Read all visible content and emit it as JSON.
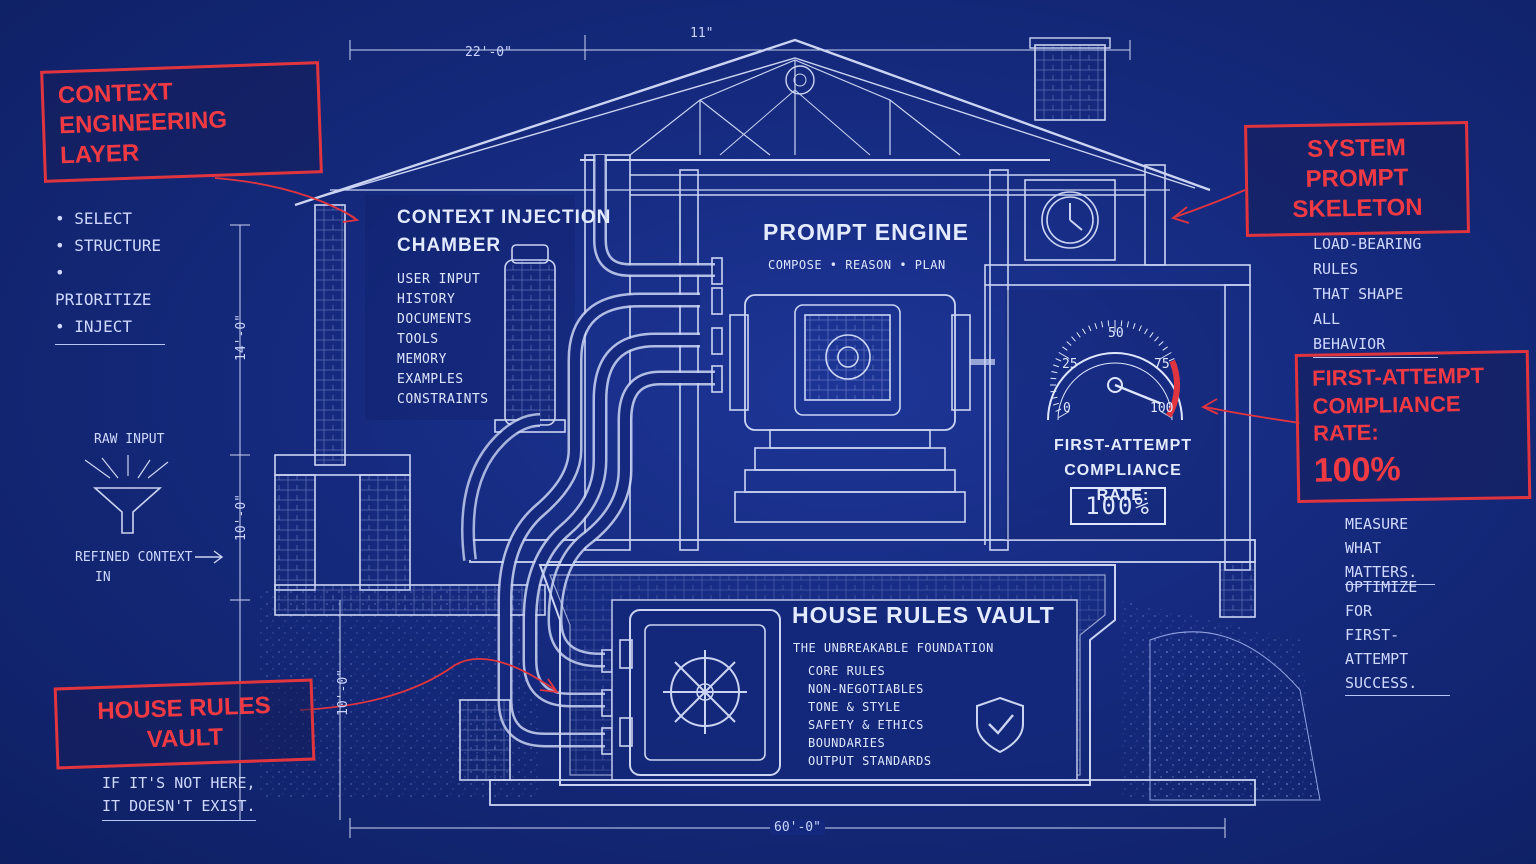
{
  "dimensions": {
    "top": "22'-0\"",
    "top_small": "11\"",
    "side_upper": "14'-0\"",
    "side_mid": "10'-0\"",
    "side_lower": "10'-0\"",
    "bottom": "60'-0\""
  },
  "callouts": {
    "context_layer": "CONTEXT ENGINEERING LAYER",
    "system_prompt": "SYSTEM PROMPT SKELETON",
    "compliance": "FIRST-ATTEMPT COMPLIANCE RATE:",
    "compliance_value": "100%",
    "house_rules": "HOUSE RULES VAULT"
  },
  "left_notes": {
    "steps": [
      "SELECT",
      "STRUCTURE",
      "PRIORITIZE",
      "INJECT"
    ],
    "raw_input": "RAW INPUT",
    "refined": "REFINED CONTEXT",
    "refined_in": "IN",
    "vault_note_1": "IF IT'S NOT HERE,",
    "vault_note_2": "IT DOESN'T EXIST."
  },
  "right_notes": {
    "skeleton_1": "LOAD-BEARING RULES",
    "skeleton_2": "THAT SHAPE ALL",
    "skeleton_3": "BEHAVIOR",
    "measure_1": "MEASURE WHAT",
    "measure_2": "MATTERS.",
    "optimize_1": "OPTIMIZE FOR",
    "optimize_2": "FIRST-ATTEMPT",
    "optimize_3": "SUCCESS."
  },
  "injection_chamber": {
    "title_1": "CONTEXT INJECTION",
    "title_2": "CHAMBER",
    "items": [
      "USER INPUT",
      "HISTORY",
      "DOCUMENTS",
      "TOOLS",
      "MEMORY",
      "EXAMPLES",
      "CONSTRAINTS"
    ]
  },
  "prompt_engine": {
    "title": "PROMPT ENGINE",
    "subtitle": "COMPOSE • REASON • PLAN"
  },
  "gauge": {
    "ticks": [
      "0",
      "25",
      "50",
      "75",
      "100"
    ],
    "value": 100,
    "label_1": "FIRST-ATTEMPT",
    "label_2": "COMPLIANCE RATE:",
    "display": "100%"
  },
  "vault": {
    "title": "HOUSE RULES VAULT",
    "subtitle": "THE UNBREAKABLE FOUNDATION",
    "items": [
      "CORE RULES",
      "NON-NEGOTIABLES",
      "TONE & STYLE",
      "SAFETY & ETHICS",
      "BOUNDARIES",
      "OUTPUT STANDARDS"
    ]
  },
  "colors": {
    "background": "#152a7e",
    "line": "#dfe7ff",
    "accent_red": "#e0353f"
  }
}
